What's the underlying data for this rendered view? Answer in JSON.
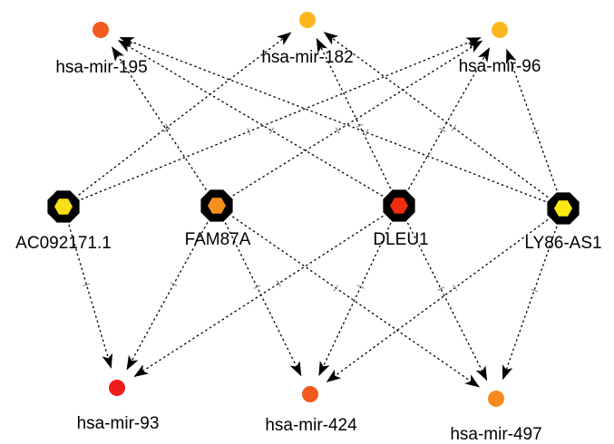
{
  "graph": {
    "nodes": [
      {
        "id": "mir195",
        "label": "hsa-mir-195",
        "kind": "mirna",
        "color": "#f45a1e"
      },
      {
        "id": "mir182",
        "label": "hsa-mir-182",
        "kind": "mirna",
        "color": "#fbb71e"
      },
      {
        "id": "mir96",
        "label": "hsa-mir-96",
        "kind": "mirna",
        "color": "#fbb71e"
      },
      {
        "id": "ac092171",
        "label": "AC092171.1",
        "kind": "lncrna",
        "color": "#f7de16"
      },
      {
        "id": "fam87a",
        "label": "FAM87A",
        "kind": "lncrna",
        "color": "#f7911e"
      },
      {
        "id": "dleu1",
        "label": "DLEU1",
        "kind": "lncrna",
        "color": "#ef2d10"
      },
      {
        "id": "ly86as1",
        "label": "LY86-AS1",
        "kind": "lncrna",
        "color": "#fde812"
      },
      {
        "id": "mir93",
        "label": "hsa-mir-93",
        "kind": "mirna",
        "color": "#ee1c1c"
      },
      {
        "id": "mir424",
        "label": "hsa-mir-424",
        "kind": "mirna",
        "color": "#f45a1e"
      },
      {
        "id": "mir497",
        "label": "hsa-mir-497",
        "kind": "mirna",
        "color": "#f78a1e"
      }
    ],
    "edges": [
      {
        "source": "ac092171",
        "target": "mir182"
      },
      {
        "source": "ac092171",
        "target": "mir96"
      },
      {
        "source": "ac092171",
        "target": "mir93"
      },
      {
        "source": "fam87a",
        "target": "mir195"
      },
      {
        "source": "fam87a",
        "target": "mir96"
      },
      {
        "source": "fam87a",
        "target": "mir93"
      },
      {
        "source": "fam87a",
        "target": "mir424"
      },
      {
        "source": "fam87a",
        "target": "mir497"
      },
      {
        "source": "dleu1",
        "target": "mir195"
      },
      {
        "source": "dleu1",
        "target": "mir182"
      },
      {
        "source": "dleu1",
        "target": "mir96"
      },
      {
        "source": "dleu1",
        "target": "mir93"
      },
      {
        "source": "dleu1",
        "target": "mir424"
      },
      {
        "source": "dleu1",
        "target": "mir497"
      },
      {
        "source": "ly86as1",
        "target": "mir195"
      },
      {
        "source": "ly86as1",
        "target": "mir182"
      },
      {
        "source": "ly86as1",
        "target": "mir96"
      },
      {
        "source": "ly86as1",
        "target": "mir424"
      },
      {
        "source": "ly86as1",
        "target": "mir497"
      }
    ]
  },
  "colors": {
    "edge": "#000000",
    "octagon_border": "#000000"
  }
}
